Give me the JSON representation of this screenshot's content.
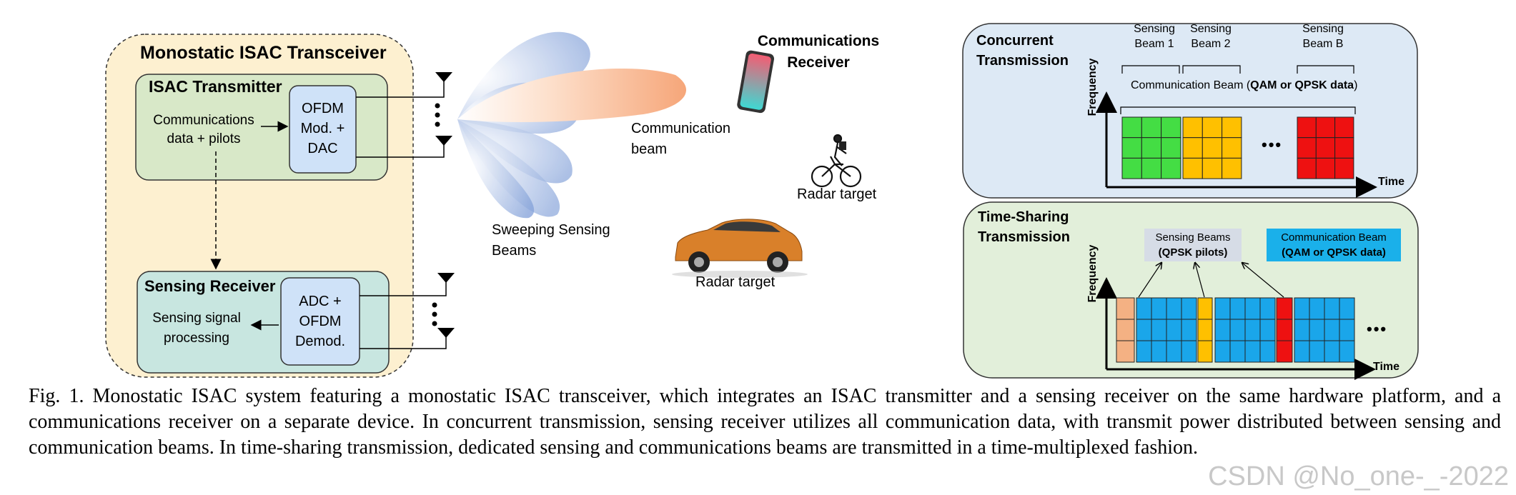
{
  "left": {
    "transceiver_title": "Monostatic ISAC Transceiver",
    "tx_title": "ISAC Transmitter",
    "tx_input": "Communications\ndata + pilots",
    "ofdm_mod": "OFDM\nMod. +\nDAC",
    "rx_title": "Sensing Receiver",
    "rx_output": "Sensing signal\nprocessing",
    "adc": "ADC +\nOFDM\nDemod."
  },
  "middle": {
    "comm_receiver": "Communications\nReceiver",
    "comm_beam": "Communication\nbeam",
    "sweeping": "Sweeping Sensing\nBeams",
    "radar_target_1": "Radar target",
    "radar_target_2": "Radar target"
  },
  "concurrent": {
    "title": "Concurrent\nTransmission",
    "beam1": "Sensing\nBeam 1",
    "beam2": "Sensing\nBeam 2",
    "beamB": "Sensing\nBeam B",
    "comm_beam_prefix": "Communication Beam (",
    "comm_beam_bold": "QAM or QPSK data",
    "comm_beam_suffix": ")",
    "yaxis": "Frequency",
    "xaxis": "Time",
    "dots": "•••"
  },
  "timesharing": {
    "title": "Time-Sharing\nTransmission",
    "sensing_beams": "Sensing Beams",
    "sensing_beams_sub": "(QPSK pilots)",
    "comm_beam": "Communication Beam",
    "comm_beam_sub": "(QAM or QPSK data)",
    "yaxis": "Frequency",
    "xaxis": "Time",
    "dots": "•••"
  },
  "caption": "Fig. 1.  Monostatic ISAC system featuring a monostatic ISAC transceiver, which integrates an ISAC transmitter and a sensing receiver on the same hardware platform, and a communications receiver on a separate device. In concurrent transmission, sensing receiver utilizes all communication data, with transmit power distributed between sensing and communication beams. In time-sharing transmission, dedicated sensing and communications beams are transmitted in a time-multiplexed fashion.",
  "watermark": "CSDN @No_one-_-2022",
  "colors": {
    "transceiver_bg": "#fdf0d0",
    "tx_bg": "#d8e8c8",
    "rx_bg": "#c8e6e0",
    "block_bg": "#cfe2f8",
    "concurrent_bg": "#dde9f5",
    "timesharing_bg": "#e2efda",
    "green": "#44dd44",
    "yellow": "#ffc000",
    "red": "#ee1111",
    "blue": "#1aa6ea",
    "peach": "#f4b183",
    "comm_label_bg": "#1ab0ea",
    "sensing_label_bg": "#d6dce6"
  }
}
